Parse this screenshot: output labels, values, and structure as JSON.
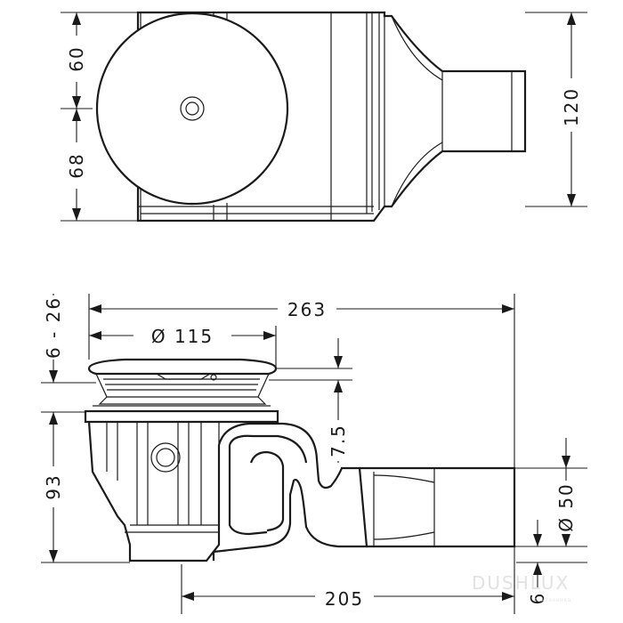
{
  "dimensions": {
    "top_upper": "60",
    "top_lower": "68",
    "top_total": "120",
    "adjust_range": "6 - 26",
    "height": "93",
    "total_length": "263",
    "diameter_cover": "Ø 115",
    "step": "7.5",
    "outlet_diameter": "Ø 50",
    "outlet_offset": "6",
    "outlet_length": "205"
  },
  "watermark": {
    "brand": "DUSHLUX",
    "tagline": "сантехника"
  }
}
